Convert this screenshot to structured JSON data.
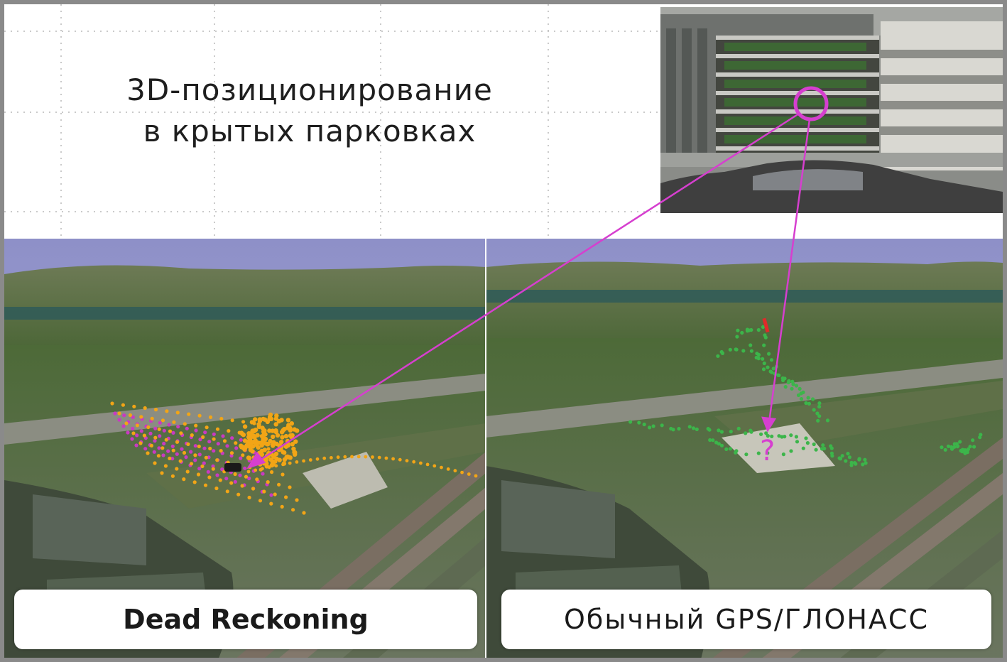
{
  "title": {
    "line1": "3D-позиционирование",
    "line2": "в крытых парковках"
  },
  "captions": {
    "left": "Dead Reckoning",
    "right": "Обычный GPS/ГЛОНАСС"
  },
  "marker": {
    "question": "?"
  },
  "colors": {
    "pointer": "#d63fcf",
    "dead_reckoning_track": "#f2a516",
    "dead_reckoning_path": "#c93ac2",
    "gps_points": "#3cb54a",
    "sky": "#9a9ccf",
    "frame": "#8a8a8a"
  },
  "icons": {
    "vehicle": "car-icon",
    "target": "target-circle-icon"
  }
}
